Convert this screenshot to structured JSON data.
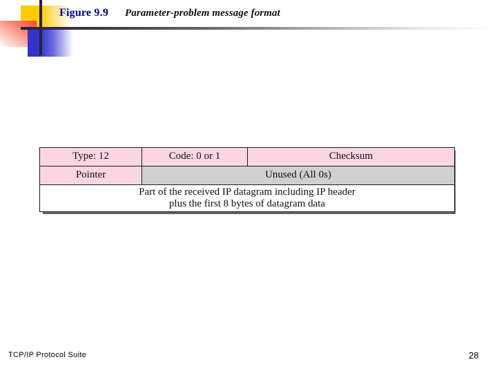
{
  "slide": {
    "title": {
      "figure_label": "Figure 9.9",
      "caption": "Parameter-problem message format",
      "label_color": "#00009B",
      "caption_color": "#101010"
    },
    "decoration": {
      "yellow_color": "#FFCC00",
      "red_color": "#F4422E",
      "blue_color": "#3333CC",
      "line_color": "#262433"
    },
    "footer": {
      "left_text": "TCP/IP Protocol Suite",
      "page_number": "28"
    }
  },
  "diagram": {
    "name": "icmp-parameter-problem-message-format",
    "colors": {
      "pink": "#F9D6E2",
      "gray": "#D0D0D0",
      "white": "#FFFFFF",
      "border": "#1A1A1A",
      "shadow": "#666666"
    },
    "rows": [
      {
        "cells": [
          {
            "label": "Type: 12",
            "fill": "pink"
          },
          {
            "label": "Code: 0 or 1",
            "fill": "pink"
          },
          {
            "label": "Checksum",
            "fill": "pink"
          }
        ]
      },
      {
        "cells": [
          {
            "label": "Pointer",
            "fill": "pink"
          },
          {
            "label": "Unused (All 0s)",
            "fill": "gray"
          }
        ]
      },
      {
        "cells": [
          {
            "line1": "Part of the received IP datagram including IP header",
            "line2": "plus the first 8 bytes of datagram data",
            "fill": "white"
          }
        ]
      }
    ]
  }
}
